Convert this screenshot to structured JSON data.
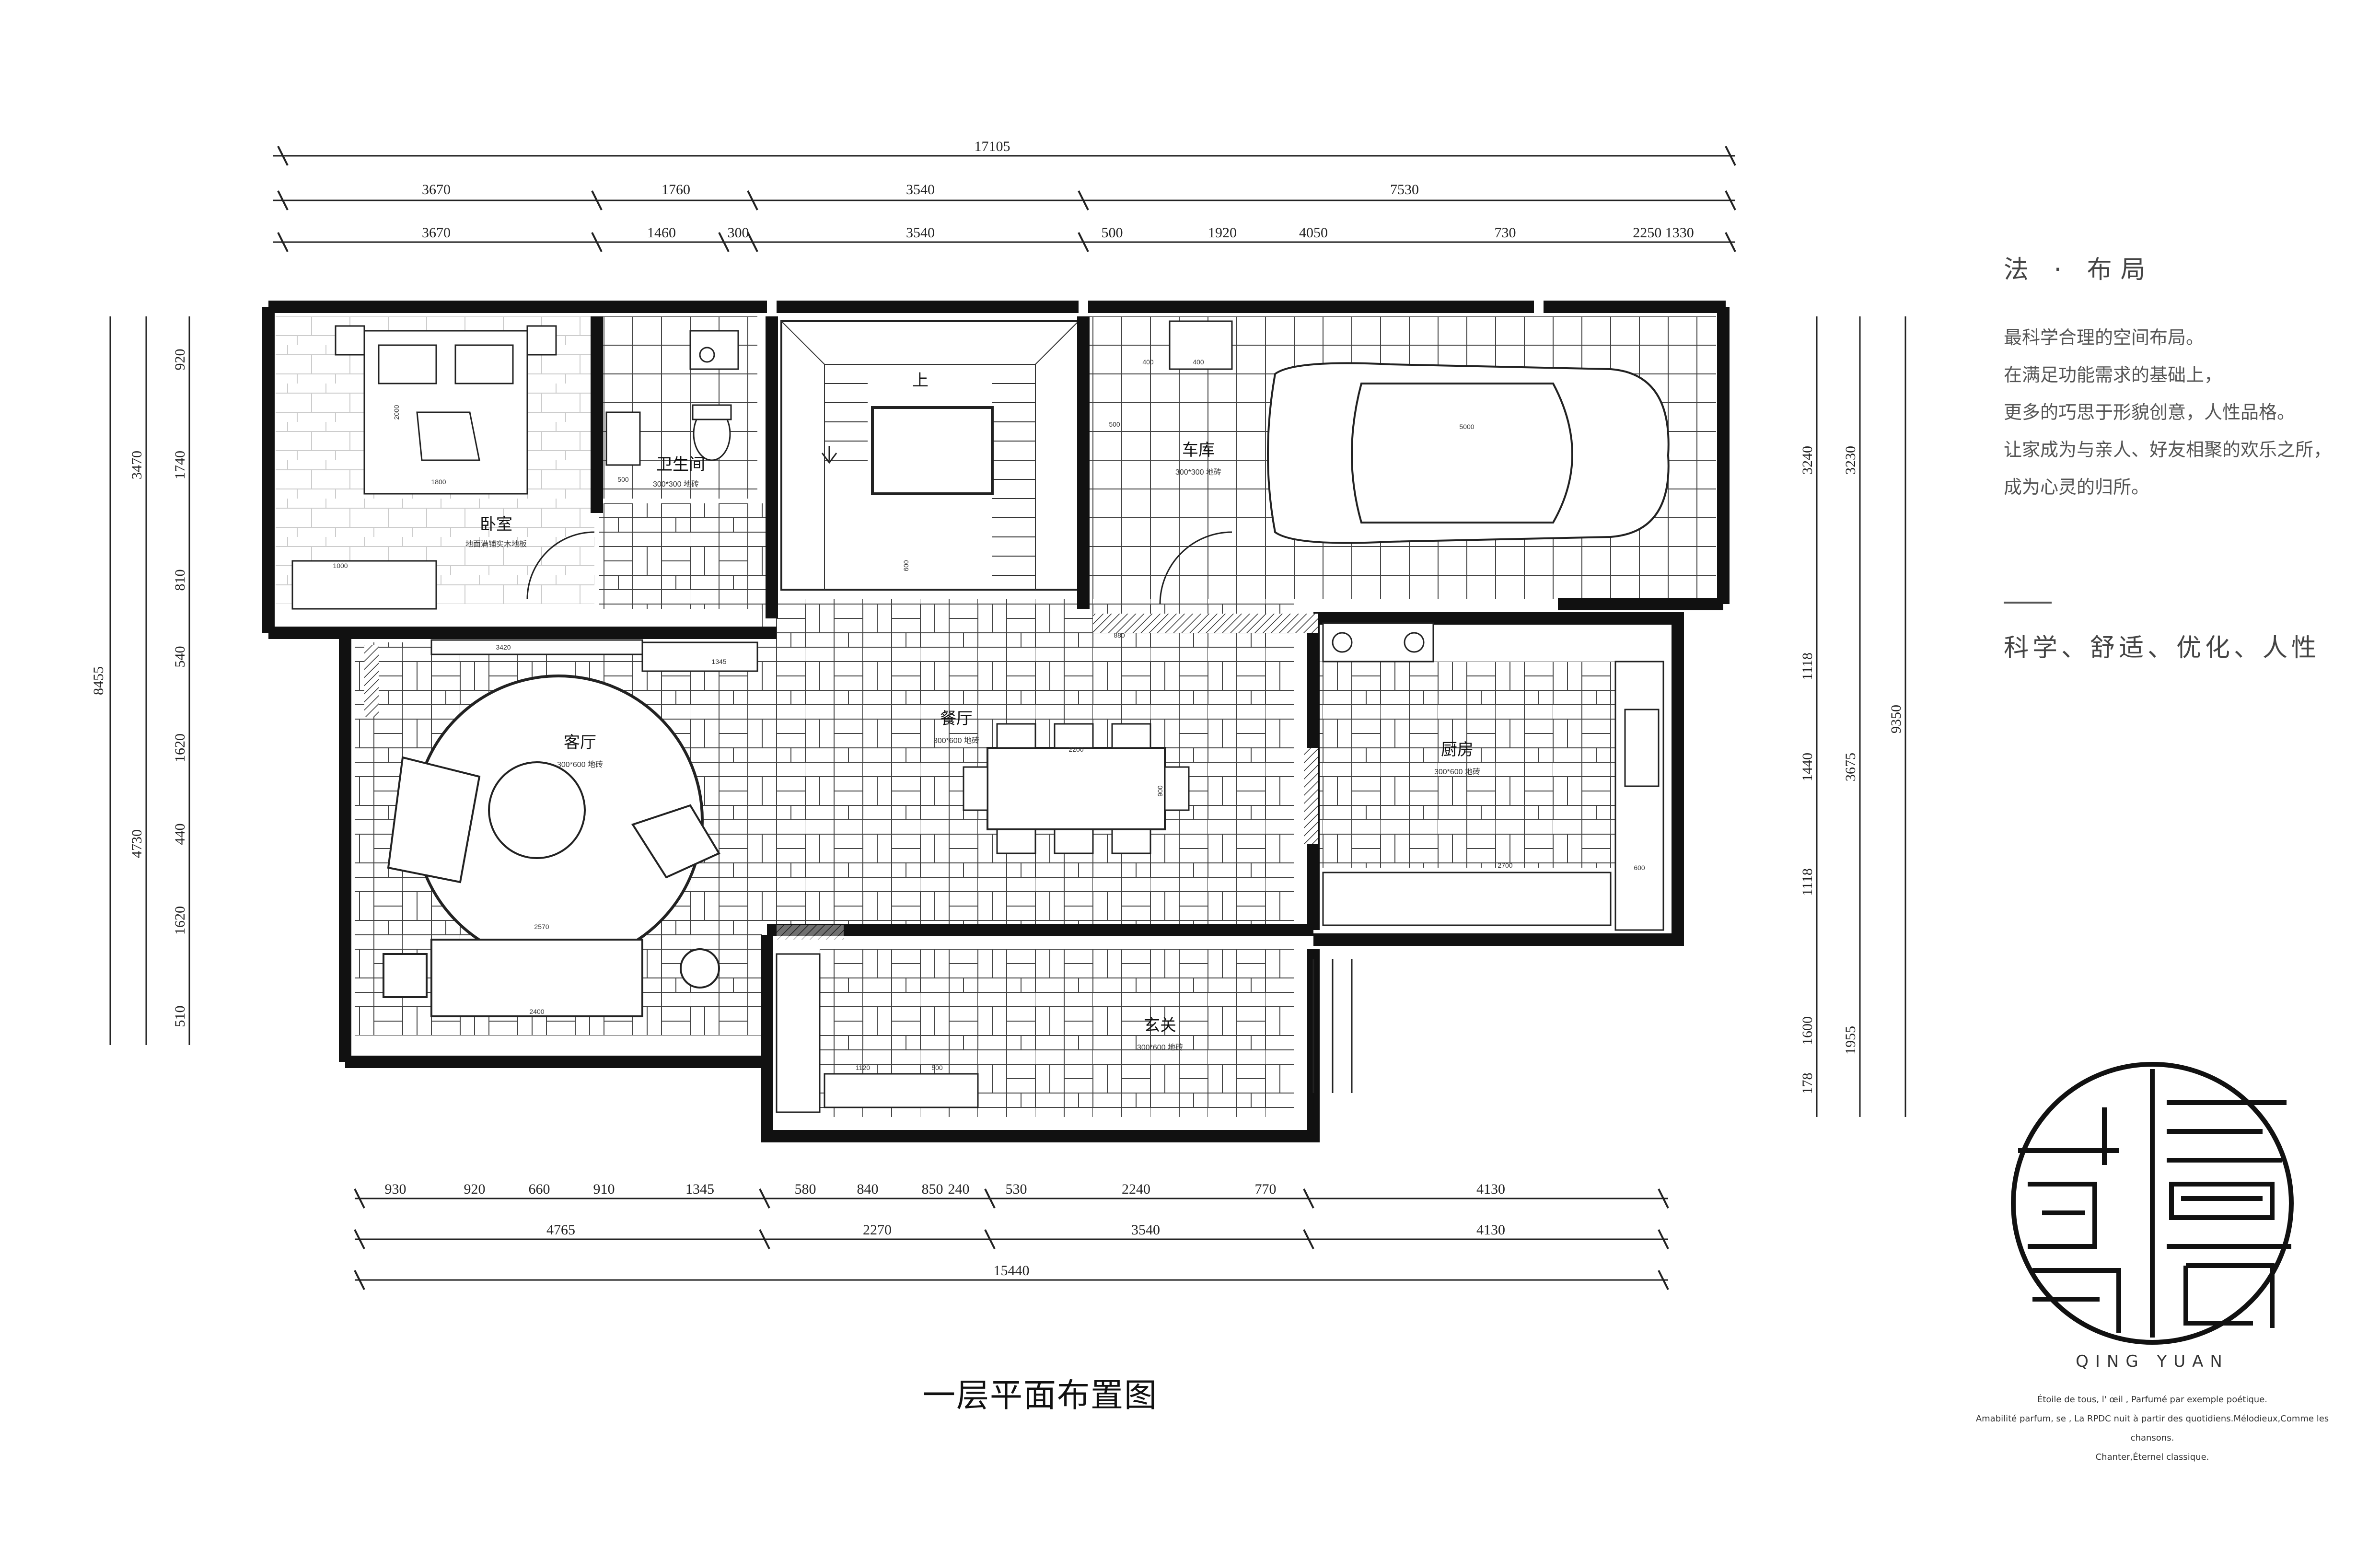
{
  "drawing_title": "一层平面布置图",
  "overall_top": "17105",
  "top_row1": [
    "3670",
    "1760",
    "3540",
    "7530"
  ],
  "top_row2": [
    "3670",
    "1460",
    "300",
    "3540",
    "500",
    "1920",
    "4050",
    "730",
    "2250 1330"
  ],
  "bottom_row1": [
    "930",
    "920",
    "660",
    "910",
    "1345",
    "580",
    "840",
    "850",
    "240",
    "530",
    "2240",
    "770",
    "4130"
  ],
  "bottom_row2": [
    "4765",
    "2270",
    "3540",
    "4130"
  ],
  "overall_bottom": "15440",
  "left_overall": "8455",
  "left_row1": [
    "3470",
    "4730"
  ],
  "left_row2": [
    "920",
    "1740",
    "810",
    "540",
    "1620",
    "440",
    "1620",
    "510"
  ],
  "right_overall": "9350",
  "right_row1": [
    "3230",
    "3675",
    "1955"
  ],
  "right_row2": [
    "3240",
    "1118",
    "1440",
    "1118",
    "1600",
    "178"
  ],
  "rooms": {
    "bedroom": {
      "name": "卧室",
      "floor": "地面满铺实木地板"
    },
    "bathroom": {
      "name": "卫生间",
      "floor": "300*300  地砖"
    },
    "garage": {
      "name": "车库",
      "floor": "300*300  地砖"
    },
    "living": {
      "name": "客厅",
      "floor": "300*600  地砖"
    },
    "dining": {
      "name": "餐厅",
      "floor": "300*600  地砖"
    },
    "kitchen": {
      "name": "厨房",
      "floor": "300*600  地砖"
    },
    "entry": {
      "name": "玄关",
      "floor": "300*600  地砖"
    }
  },
  "stair_label": "上",
  "inner_dims": {
    "bed_w": "1800",
    "bed_l": "2000",
    "wardrobe": "1000",
    "car": "5000",
    "table_w": "2200",
    "table_d": "900",
    "sofa_living": "2400",
    "rug": "2570",
    "tv": "3420",
    "cabinet": "1345",
    "sink": "500",
    "shoe": "1120",
    "shoe2": "500",
    "garage_sink": "400",
    "garage_sink2": "400",
    "washer": "500",
    "stair_small": "600",
    "bench": "880",
    "counter": "600",
    "counter2": "2700"
  },
  "side": {
    "title": "法 · 布局",
    "lines": [
      "最科学合理的空间布局。",
      "在满足功能需求的基础上，",
      "更多的巧思于形貌创意，人性品格。",
      "让家成为与亲人、好友相聚的欢乐之所，",
      "成为心灵的归所。"
    ],
    "slogan": "科学、舒适、优化、人性"
  },
  "logo": {
    "caption": "QING YUAN",
    "text_lines": [
      "Étoile de tous, l'  œil , Parfumé par exemple poétique.",
      "Amabilité parfum, se , La RPDC nuit à partir des quotidiens.Mélodieux,Comme les chansons.",
      "Chanter,Éternel classique."
    ]
  }
}
